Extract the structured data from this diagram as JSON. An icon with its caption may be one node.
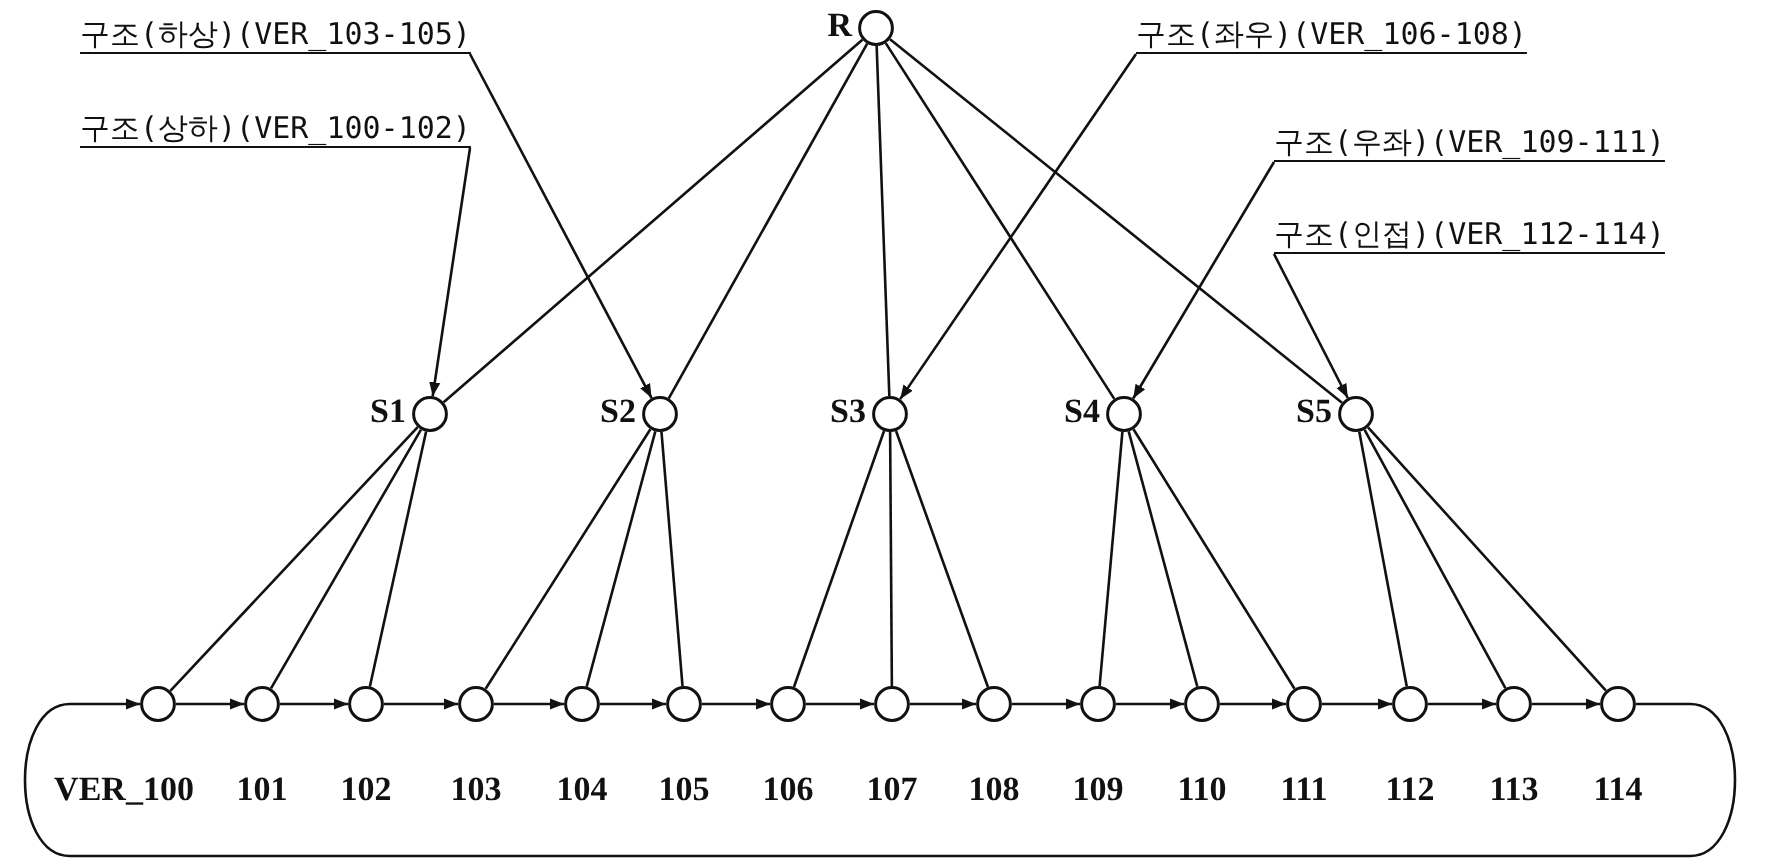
{
  "diagram": {
    "nodes": [
      {
        "text": [],
        "shape": "circle",
        "beside": [
          "R"
        ]
      },
      {
        "text": [
          "구조(하상)(VER_103-105)"
        ]
      },
      {
        "text": [
          "구조(상하)(VER_100-102)"
        ]
      },
      {
        "text": [
          "구조(좌우)(VER_106-108)"
        ]
      },
      {
        "text": [
          "구조(우좌)(VER_109-111)"
        ]
      },
      {
        "text": [
          "구조(인접)(VER_112-114)"
        ]
      },
      {
        "text": [],
        "shape": "circle",
        "beside": [
          "S1"
        ]
      },
      {
        "text": [],
        "shape": "circle",
        "beside": [
          "S2"
        ]
      },
      {
        "text": [],
        "shape": "circle",
        "beside": [
          "S3"
        ]
      },
      {
        "text": [],
        "shape": "circle",
        "beside": [
          "S4"
        ]
      },
      {
        "text": [],
        "shape": "circle",
        "beside": [
          "S5"
        ]
      },
      {
        "text": [],
        "shape": "circle",
        "beside": [
          "VER_100"
        ]
      },
      {
        "text": [],
        "shape": "circle",
        "beside": [
          "101"
        ]
      },
      {
        "text": [],
        "shape": "circle",
        "beside": [
          "102"
        ]
      },
      {
        "text": [],
        "shape": "circle",
        "beside": [
          "103"
        ]
      },
      {
        "text": [],
        "shape": "circle",
        "beside": [
          "104"
        ]
      },
      {
        "text": [],
        "shape": "circle",
        "beside": [
          "105"
        ]
      },
      {
        "text": [],
        "shape": "circle",
        "beside": [
          "106"
        ]
      },
      {
        "text": [],
        "shape": "circle",
        "beside": [
          "107"
        ]
      },
      {
        "text": [],
        "shape": "circle",
        "beside": [
          "108"
        ]
      },
      {
        "text": [],
        "shape": "circle",
        "beside": [
          "109"
        ]
      },
      {
        "text": [],
        "shape": "circle",
        "beside": [
          "110"
        ]
      },
      {
        "text": [],
        "shape": "circle",
        "beside": [
          "111"
        ]
      },
      {
        "text": [],
        "shape": "circle",
        "beside": [
          "112"
        ]
      },
      {
        "text": [],
        "shape": "circle",
        "beside": [
          "113"
        ]
      },
      {
        "text": [],
        "shape": "circle",
        "beside": [
          "114"
        ]
      }
    ],
    "edges": [
      {
        "from": 0,
        "to": 6,
        "arrow": "none"
      },
      {
        "from": 0,
        "to": 7,
        "arrow": "none"
      },
      {
        "from": 0,
        "to": 8,
        "arrow": "none"
      },
      {
        "from": 0,
        "to": 9,
        "arrow": "none"
      },
      {
        "from": 0,
        "to": 10,
        "arrow": "none"
      },
      {
        "from": 1,
        "to": 7,
        "arrow": "to"
      },
      {
        "from": 2,
        "to": 6,
        "arrow": "to"
      },
      {
        "from": 3,
        "to": 8,
        "arrow": "to"
      },
      {
        "from": 4,
        "to": 9,
        "arrow": "to"
      },
      {
        "from": 5,
        "to": 10,
        "arrow": "to"
      },
      {
        "from": 6,
        "to": 11,
        "arrow": "none"
      },
      {
        "from": 6,
        "to": 12,
        "arrow": "none"
      },
      {
        "from": 6,
        "to": 13,
        "arrow": "none"
      },
      {
        "from": 7,
        "to": 14,
        "arrow": "none"
      },
      {
        "from": 7,
        "to": 15,
        "arrow": "none"
      },
      {
        "from": 7,
        "to": 16,
        "arrow": "none"
      },
      {
        "from": 8,
        "to": 17,
        "arrow": "none"
      },
      {
        "from": 8,
        "to": 18,
        "arrow": "none"
      },
      {
        "from": 8,
        "to": 19,
        "arrow": "none"
      },
      {
        "from": 9,
        "to": 20,
        "arrow": "none"
      },
      {
        "from": 9,
        "to": 21,
        "arrow": "none"
      },
      {
        "from": 9,
        "to": 22,
        "arrow": "none"
      },
      {
        "from": 10,
        "to": 23,
        "arrow": "none"
      },
      {
        "from": 10,
        "to": 24,
        "arrow": "none"
      },
      {
        "from": 10,
        "to": 25,
        "arrow": "none"
      },
      {
        "from": 11,
        "to": 12,
        "arrow": "to"
      },
      {
        "from": 12,
        "to": 13,
        "arrow": "to"
      },
      {
        "from": 13,
        "to": 14,
        "arrow": "to"
      },
      {
        "from": 14,
        "to": 15,
        "arrow": "to"
      },
      {
        "from": 15,
        "to": 16,
        "arrow": "to"
      },
      {
        "from": 16,
        "to": 17,
        "arrow": "to"
      },
      {
        "from": 17,
        "to": 18,
        "arrow": "to"
      },
      {
        "from": 18,
        "to": 19,
        "arrow": "to"
      },
      {
        "from": 19,
        "to": 20,
        "arrow": "to"
      },
      {
        "from": 20,
        "to": 21,
        "arrow": "to"
      },
      {
        "from": 21,
        "to": 22,
        "arrow": "to"
      },
      {
        "from": 22,
        "to": 23,
        "arrow": "to"
      },
      {
        "from": 23,
        "to": 24,
        "arrow": "to"
      },
      {
        "from": 24,
        "to": 25,
        "arrow": "to"
      },
      {
        "from": 25,
        "to": 11,
        "arrow": "to"
      }
    ]
  }
}
